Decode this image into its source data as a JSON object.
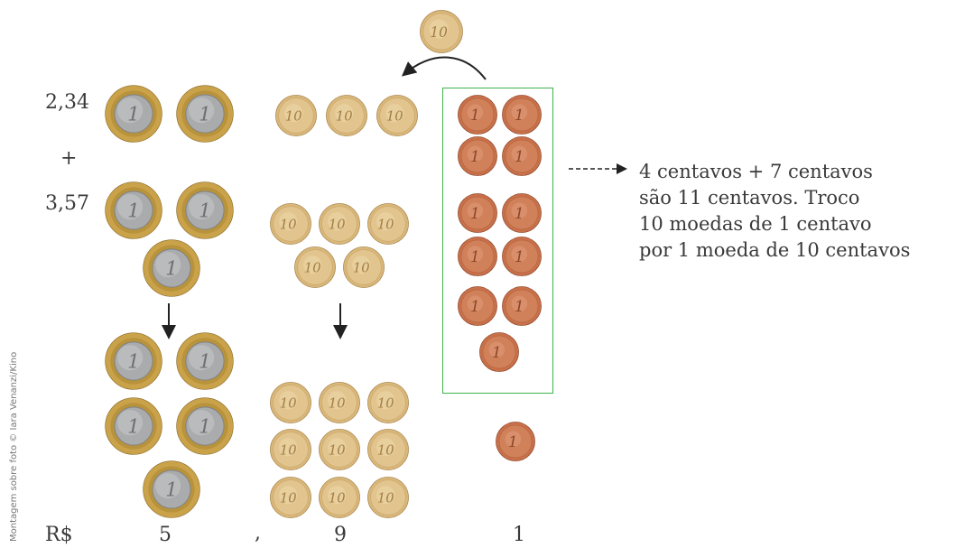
{
  "credit": "Montagem sobre foto © Iara Venanzi/Kino",
  "labels": {
    "first_number": "2,34",
    "plus_sign": "+",
    "second_number": "3,57"
  },
  "result": {
    "currency": "R$",
    "units": "5",
    "separator": ",",
    "tenths": "9",
    "hundredths": "1"
  },
  "explanation": {
    "line1": "4 centavos + 7 centavos",
    "line2": "são 11 centavos. Troco",
    "line3": "10 moedas de 1 centavo",
    "line4": "por 1 moeda de 10 centavos"
  },
  "coin_labels": {
    "one_real": "1",
    "ten_centavos": "10",
    "one_centavo": "1"
  },
  "colors": {
    "bimetal_outer": "#c9a24a",
    "bimetal_inner": "#a9abad",
    "ten_centavos": "#d9b77a",
    "one_centavo": "#c8704a",
    "box_border": "#3cb44a"
  }
}
